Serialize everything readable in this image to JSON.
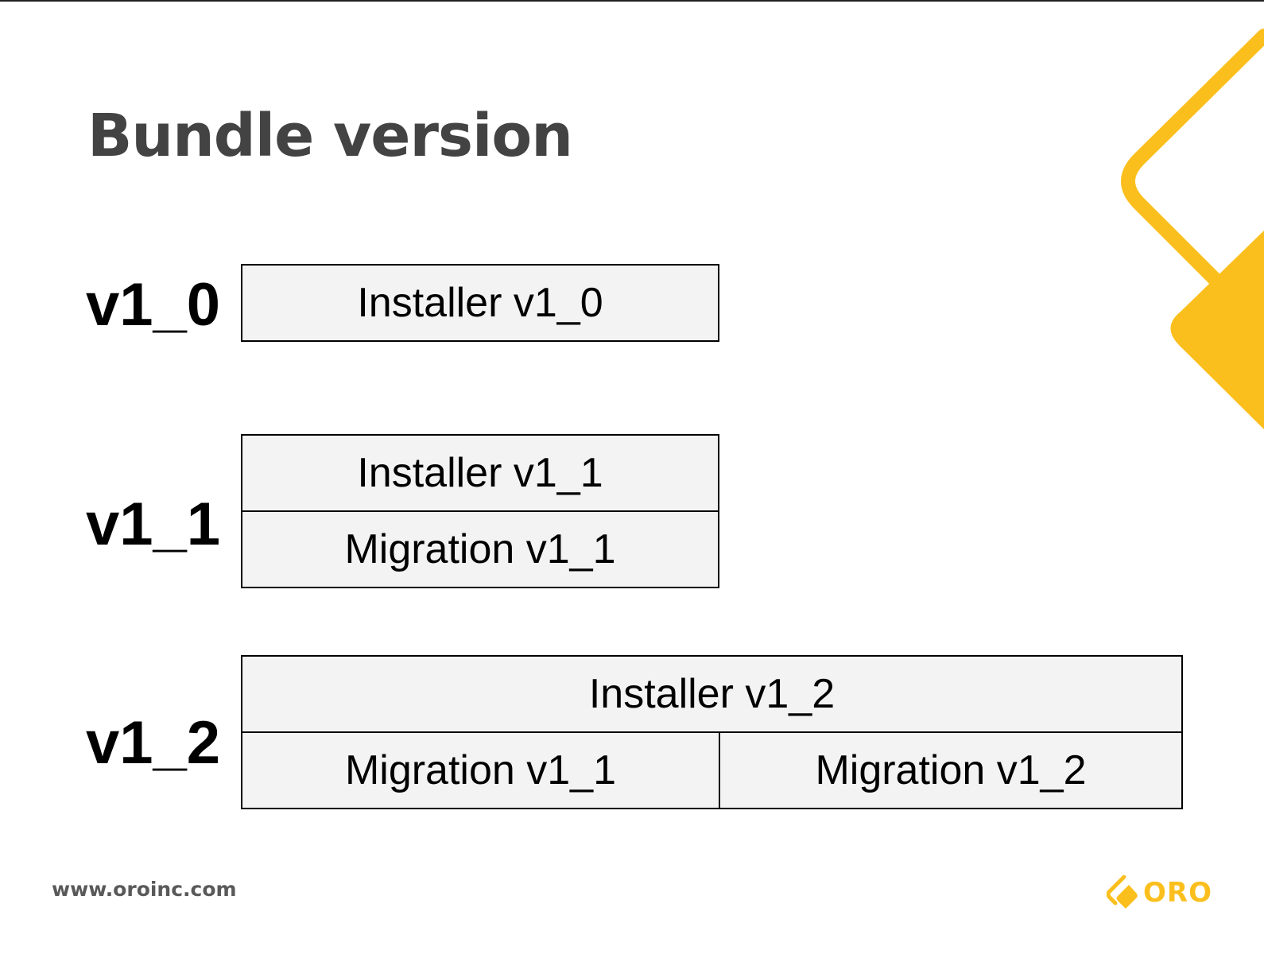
{
  "title": "Bundle version",
  "versions": [
    {
      "label": "v1_0",
      "installer": "Installer v1_0"
    },
    {
      "label": "v1_1",
      "installer": "Installer v1_1",
      "migrations": [
        "Migration v1_1"
      ]
    },
    {
      "label": "v1_2",
      "installer": "Installer v1_2",
      "migrations": [
        "Migration v1_1",
        "Migration v1_2"
      ]
    }
  ],
  "footer": {
    "url": "www.oroinc.com",
    "logo_text": "ORO"
  },
  "colors": {
    "accent": "#fbbf1d",
    "box_fill": "#f3f3f3",
    "title_text": "#434343",
    "footer_text": "#595959"
  },
  "icons": {
    "logo": "oro-diamond-logo-icon",
    "decoration": "yellow-diamond-decoration"
  }
}
